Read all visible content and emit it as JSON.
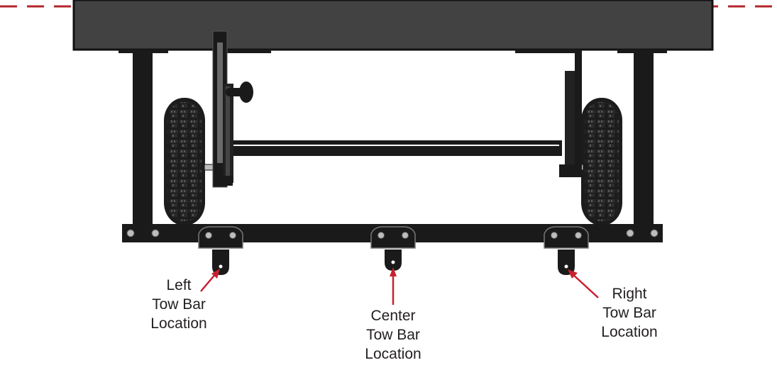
{
  "colors": {
    "deck": "#424242",
    "frame": "#1a1a1a",
    "dash": "#b3262c",
    "arrow": "#c8202f",
    "bolt": "#bdbdbd",
    "text": "#231f20"
  },
  "labels": {
    "left": {
      "line1": "Left",
      "line2": "Tow Bar",
      "line3": "Location"
    },
    "center": {
      "line1": "Center",
      "line2": "Tow Bar",
      "line3": "Location"
    },
    "right": {
      "line1": "Right",
      "line2": "Tow Bar",
      "line3": "Location"
    }
  }
}
